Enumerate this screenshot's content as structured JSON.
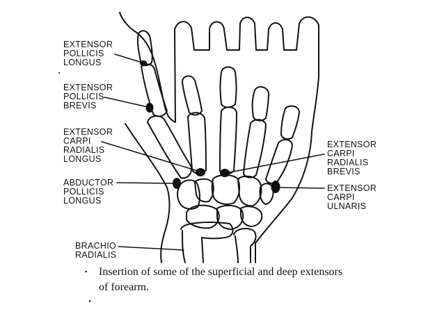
{
  "labels": {
    "epl": [
      "EXTENSOR",
      "POLLICIS",
      "LONGUS"
    ],
    "epb": [
      "EXTENSOR",
      "POLLICIS",
      "BREVIS"
    ],
    "ecrl": [
      "EXTENSOR",
      "CARPI",
      "RADIALIS",
      "LONGUS"
    ],
    "apl": [
      "ABDUCTOR",
      "POLLICIS",
      "LONGUS"
    ],
    "br": [
      "BRACHIO",
      "RADIALIS"
    ],
    "ecrb": [
      "EXTENSOR",
      "CARPI",
      "RADIALIS",
      "BREVIS"
    ],
    "ecu": [
      "EXTENSOR",
      "CARPI",
      "ULNARIS"
    ]
  },
  "caption": {
    "line1": "Insertion of some of the superficial and deep extensors",
    "line2": "of forearm."
  },
  "colors": {
    "ink": "#111111",
    "background": "#ffffff"
  }
}
